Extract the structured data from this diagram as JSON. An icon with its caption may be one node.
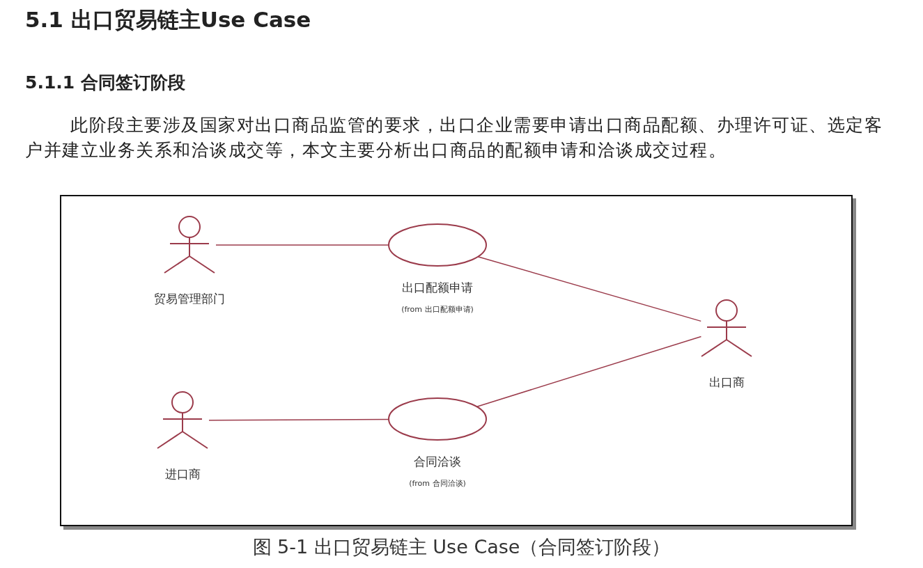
{
  "diagram": {
    "title": "5.1 出口贸易链主Use Case",
    "caption": "图 5-1 出口贸易链主 Use Case（合同签订阶段）",
    "nodes": [
      {
        "text": [
          "贸易管理部门"
        ]
      },
      {
        "text": [
          "出口配额申请",
          "(from 出口配额申请)"
        ]
      },
      {
        "text": [
          "出口商"
        ]
      },
      {
        "text": [
          "进口商"
        ]
      },
      {
        "text": [
          "合同洽谈",
          "(from 合同洽谈)"
        ]
      }
    ],
    "edges": [
      {
        "from": 0,
        "to": 1,
        "arrow": "none"
      },
      {
        "from": 1,
        "to": 2,
        "arrow": "none"
      },
      {
        "from": 4,
        "to": 2,
        "arrow": "none"
      },
      {
        "from": 3,
        "to": 4,
        "arrow": "none"
      }
    ],
    "labels": [
      "5.1.1 合同签订阶段",
      "此阶段主要涉及国家对出口商品监管的要求，出口企业需要申请出口商品配额、办理许可证、选定客户并建立业务关系和洽谈成交等，本文主要分析出口商品的配额申请和洽谈成交过程。"
    ]
  }
}
